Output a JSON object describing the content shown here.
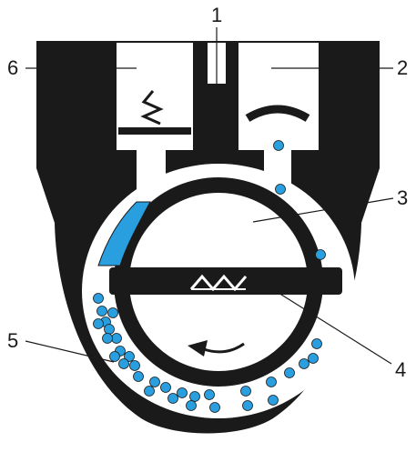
{
  "colors": {
    "housing": "#1a1a1a",
    "background": "#ffffff",
    "particle": "#2a9fe0",
    "particle_outline": "#1a1a1a",
    "seal_wedge": "#2a9fe0"
  },
  "callouts": [
    {
      "id": "1",
      "label": "1"
    },
    {
      "id": "2",
      "label": "2"
    },
    {
      "id": "3",
      "label": "3"
    },
    {
      "id": "4",
      "label": "4"
    },
    {
      "id": "5",
      "label": "5"
    },
    {
      "id": "6",
      "label": "6"
    }
  ],
  "icons": {
    "spring": "spring-icon",
    "arc": "arc-icon",
    "rotation": "rotation-arrow-icon",
    "zigzag": "zigzag-icon"
  }
}
